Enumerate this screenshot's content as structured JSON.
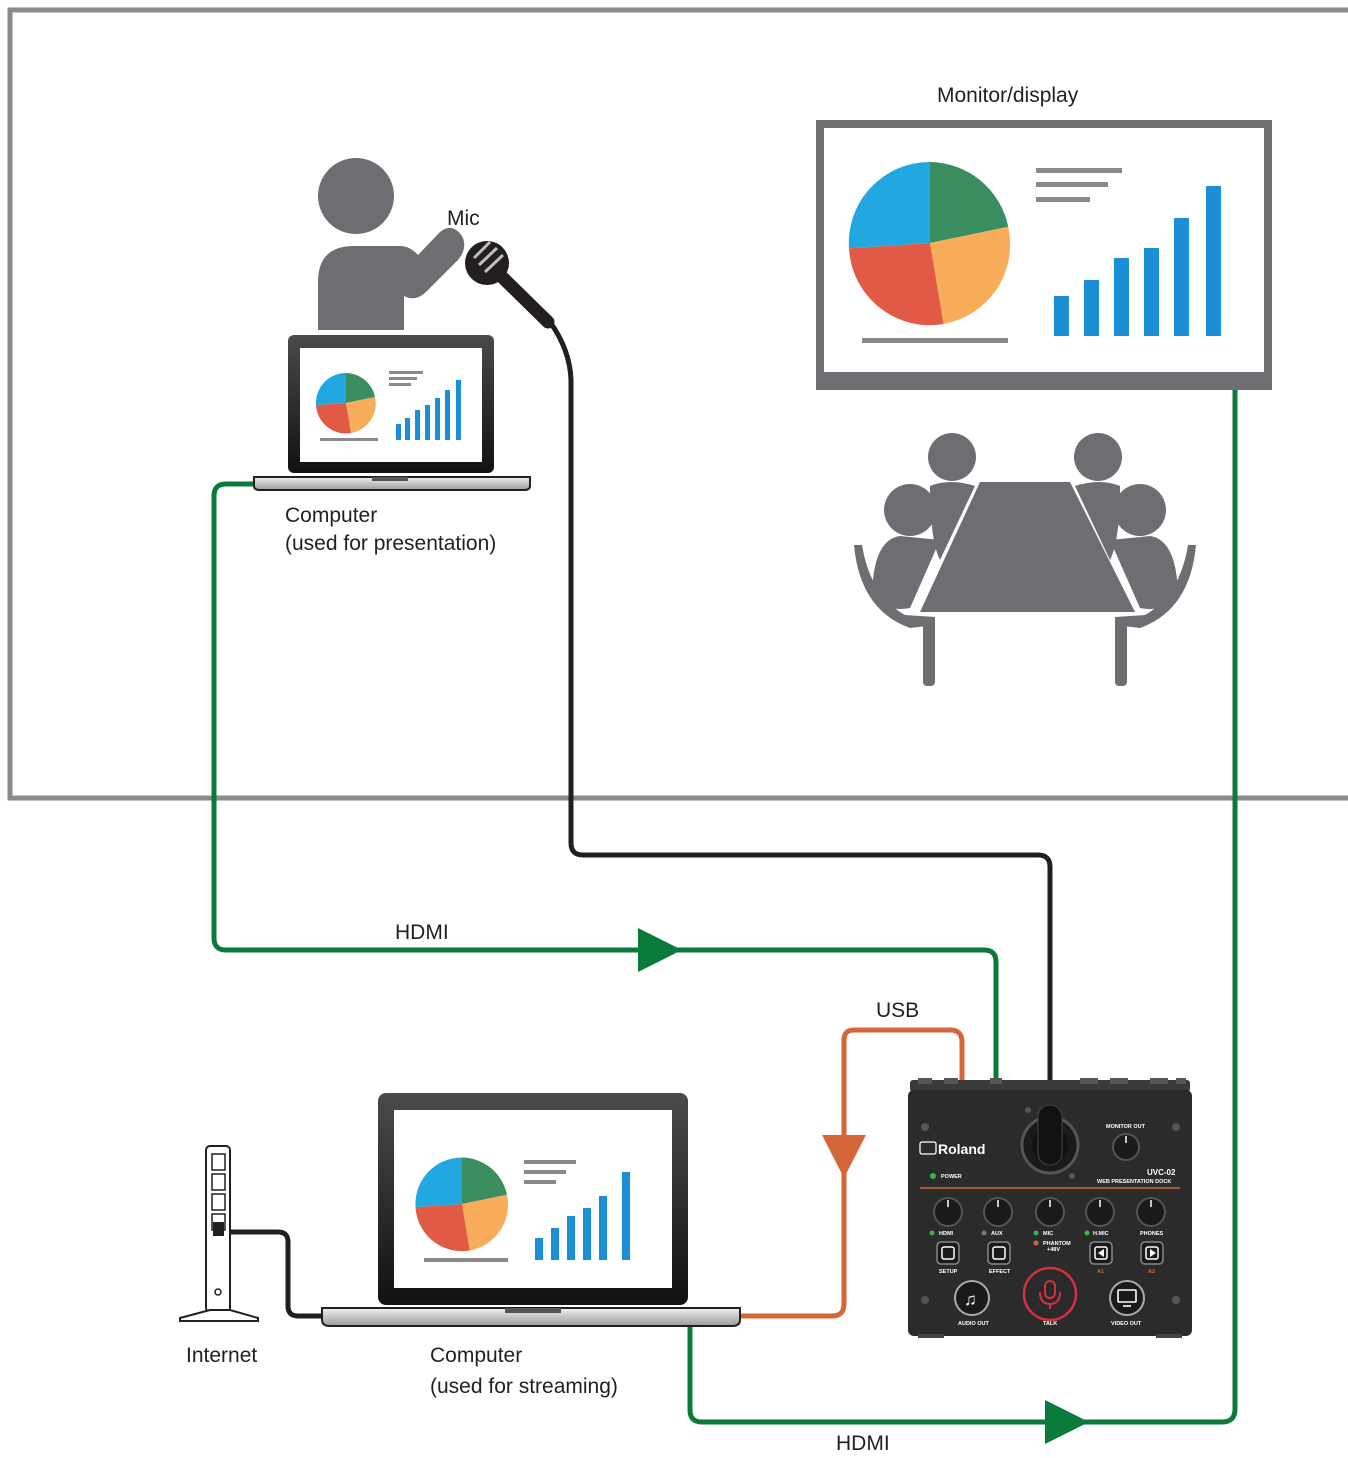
{
  "labels": {
    "monitor": "Monitor/display",
    "mic": "Mic",
    "computer_presentation_line1": "Computer",
    "computer_presentation_line2": "(used for presentation)",
    "computer_streaming_line1": "Computer",
    "computer_streaming_line2": "(used for streaming)",
    "internet": "Internet",
    "hdmi_in": "HDMI",
    "hdmi_out": "HDMI",
    "usb": "USB"
  },
  "device": {
    "brand": "Roland",
    "model": "UVC-02",
    "subtitle": "WEB PRESENTATION DOCK",
    "monitor_out": "MONITOR OUT",
    "power": "POWER",
    "knobs": [
      "HDMI",
      "AUX",
      "MIC",
      "H.MIC",
      "PHONES"
    ],
    "phantom": "PHANTOM",
    "phantom_voltage": "+48V",
    "buttons": [
      "SETUP",
      "EFFECT",
      "A1",
      "A2"
    ],
    "bottom": [
      "AUDIO OUT",
      "TALK",
      "VIDEO OUT"
    ]
  },
  "colors": {
    "hdmi_cable": "#0a7a3a",
    "usb_cable": "#d4663a",
    "mic_cable": "#231f20",
    "room_border": "#8a8a8a",
    "person": "#6d6e71",
    "bar_blue": "#1a8fd6"
  },
  "icons": [
    "presenter-icon",
    "microphone-icon",
    "laptop-icon",
    "monitor-icon",
    "meeting-table-icon",
    "router-icon",
    "roland-uvc-02-device"
  ]
}
